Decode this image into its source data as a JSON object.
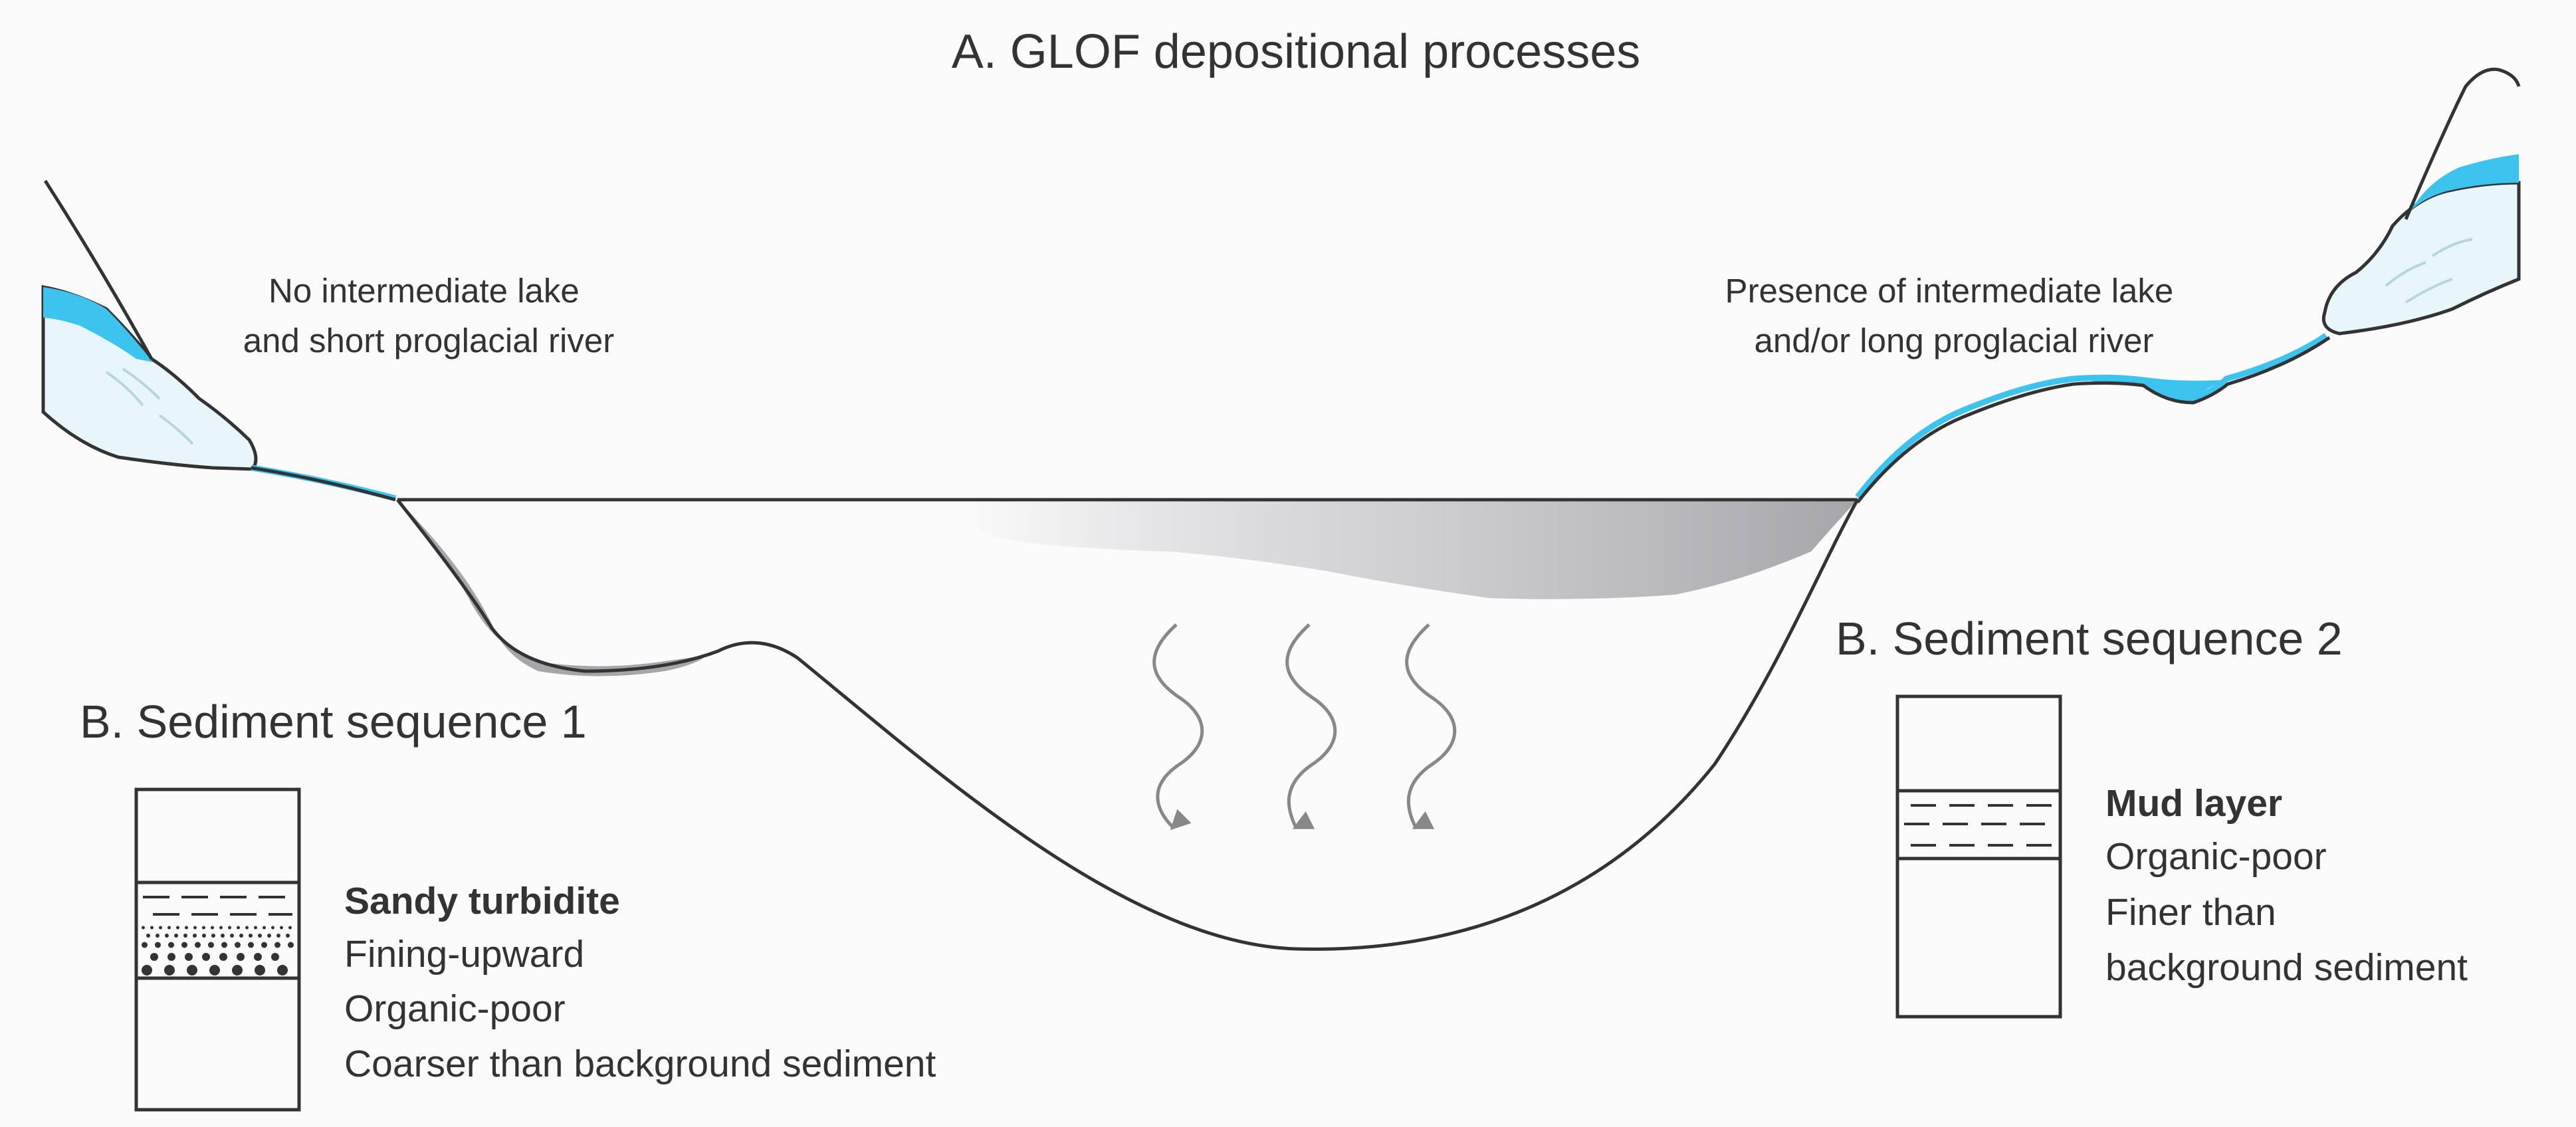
{
  "title": "A. GLOF depositional processes",
  "left_note": [
    "No intermediate lake",
    "and short proglacial river"
  ],
  "right_note": [
    "Presence of intermediate lake",
    "and/or long proglacial river"
  ],
  "sequence1": {
    "heading": "B. Sediment sequence 1",
    "layer_name": "Sandy turbidite",
    "properties": [
      "Fining-upward",
      "Organic-poor",
      "Coarser than background sediment"
    ]
  },
  "sequence2": {
    "heading": "B. Sediment sequence 2",
    "layer_name": "Mud layer",
    "properties": [
      "Organic-poor",
      "Finer than",
      "background sediment"
    ]
  },
  "colors": {
    "ice": "#e6f6fb",
    "meltwater": "#3cc3ee",
    "outline": "#333333",
    "sediment": "#a6a6aa",
    "arrow": "#888888",
    "background": "#fbfbfc"
  }
}
